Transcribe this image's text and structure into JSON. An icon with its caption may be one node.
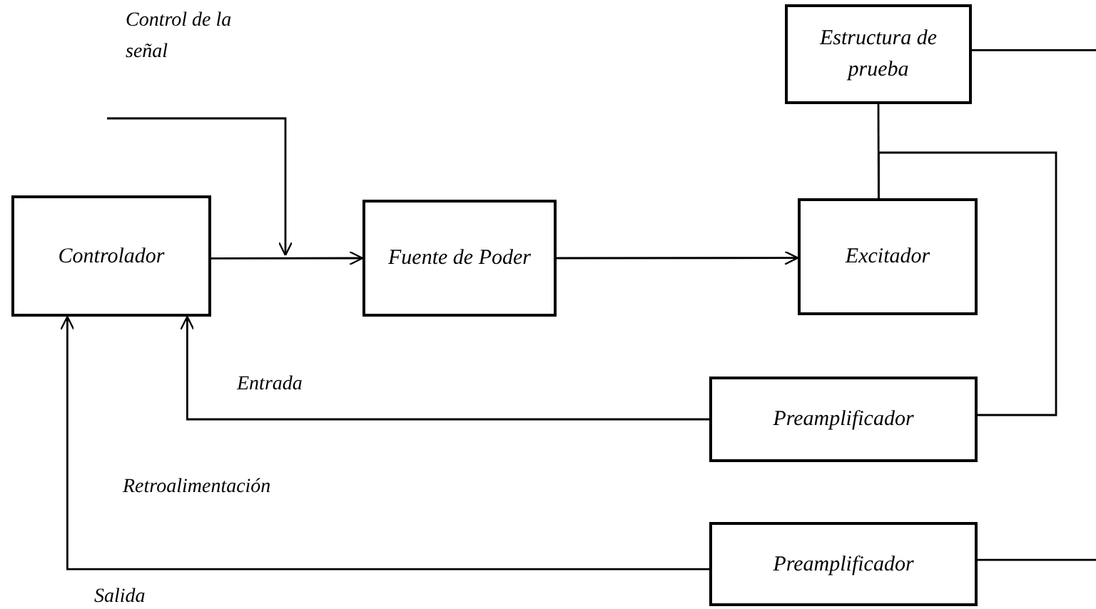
{
  "diagram": {
    "nodes": [
      {
        "text": [
          "Controlador"
        ]
      },
      {
        "text": [
          "Fuente de Poder"
        ]
      },
      {
        "text": [
          "Excitador"
        ]
      },
      {
        "text": [
          "Estructura de prueba"
        ]
      },
      {
        "text": [
          "Preamplificador"
        ]
      },
      {
        "text": [
          "Preamplificador"
        ]
      }
    ],
    "edges": [
      {
        "from": 0,
        "to": 1,
        "arrow": "to"
      },
      {
        "from": null,
        "to": 1,
        "arrow": "to",
        "label": "Control de la señal"
      },
      {
        "from": 1,
        "to": 2,
        "arrow": "to"
      },
      {
        "from": 3,
        "to": 2,
        "arrow": "none"
      },
      {
        "from": 2,
        "to": 4,
        "arrow": "none"
      },
      {
        "from": 3,
        "to": null,
        "arrow": "none"
      },
      {
        "from": 5,
        "to": null,
        "arrow": "none"
      },
      {
        "from": 4,
        "to": 0,
        "arrow": "to",
        "label": "Entrada"
      },
      {
        "from": 5,
        "to": 0,
        "arrow": "to",
        "label": "Salida"
      }
    ],
    "labels": [
      "Retroalimentación"
    ]
  }
}
